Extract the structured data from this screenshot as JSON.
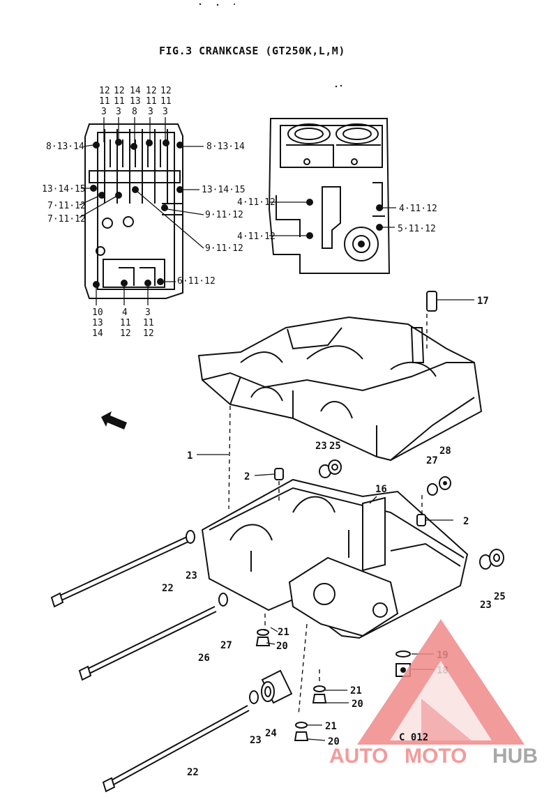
{
  "figure": {
    "title": "FIG.3  CRANKCASE (GT250K,L,M)",
    "page_code": "C 012"
  },
  "watermark": {
    "part1": "AUTO",
    "part2": "MOTO",
    "part3": "HUB",
    "color_main": "#f08a8a",
    "color_hub": "#9a9a9a"
  },
  "inset_left": {
    "top_labels": [
      {
        "lines": [
          "12",
          "11",
          "3"
        ]
      },
      {
        "lines": [
          "12",
          "11",
          "3"
        ]
      },
      {
        "lines": [
          "14",
          "13",
          "8"
        ]
      },
      {
        "lines": [
          "12",
          "11",
          "3"
        ]
      },
      {
        "lines": [
          "12",
          "11",
          "3"
        ]
      }
    ],
    "side_labels": [
      "8·13·14",
      "13·14·15",
      "7·11·12",
      "7·11·12",
      "8·13·14",
      "13·14·15",
      "9·11·12",
      "9·11·12",
      "6·11·12"
    ],
    "bottom_labels": [
      {
        "lines": [
          "10",
          "13",
          "14"
        ]
      },
      {
        "lines": [
          "4",
          "11",
          "12"
        ]
      },
      {
        "lines": [
          "3",
          "11",
          "12"
        ]
      }
    ]
  },
  "inset_right": {
    "labels": [
      "4·11·12",
      "4·11·12",
      "4·11·12",
      "5·11·12"
    ]
  },
  "callouts": [
    "17",
    "1",
    "2",
    "2",
    "16",
    "23",
    "25",
    "27",
    "28",
    "23",
    "25",
    "22",
    "23",
    "26",
    "27",
    "21",
    "20",
    "19",
    "18",
    "24",
    "23",
    "21",
    "20",
    "21",
    "20",
    "22"
  ]
}
